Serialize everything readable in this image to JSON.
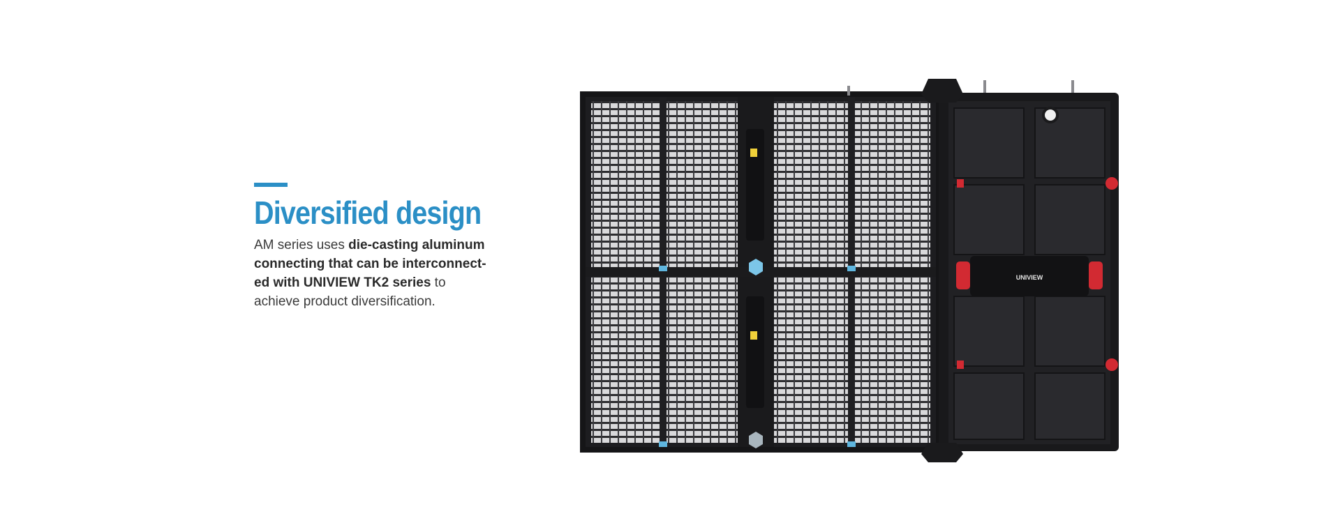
{
  "section": {
    "title": "Diversified design",
    "description": {
      "part1": "AM series uses ",
      "bold1": "die-casting aluminum connecting that can be interconnect-ed with UNIVIEW TK2 series",
      "part2": " to achieve product diversification."
    }
  },
  "product": {
    "brand_label": "UNIVIEW",
    "image_name": "led-cabinet-assembly"
  },
  "colors": {
    "accent": "#2b8fc6",
    "frame": "#1b1b1d",
    "grid": "#2a2a2d",
    "red_handle": "#d22a32",
    "blue_clip": "#5fb6df",
    "yellow_tag": "#f1d13a"
  }
}
